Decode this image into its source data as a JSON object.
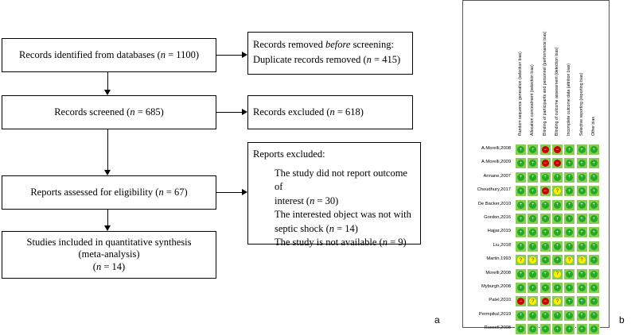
{
  "flow": {
    "identified_prefix": "Records identified from databases (",
    "n_italic": "n",
    "identified_suffix": " = 1100)",
    "removed_line1_prefix": "Records removed ",
    "removed_line1_em": "before",
    "removed_line1_suffix": " screening:",
    "removed_line2_prefix": "Duplicate records removed (",
    "removed_line2_suffix": " = 415)",
    "screened_prefix": "Records screened (",
    "screened_suffix": " = 685)",
    "excluded_prefix": "Records excluded (",
    "excluded_suffix": " = 618)",
    "reports_excluded_title": "Reports excluded:",
    "reason1_line1": "The study did not report outcome of",
    "reason1_line2_prefix": "interest (",
    "reason1_line2_suffix": " = 30)",
    "reason2_line1": "The interested object was not  with",
    "reason2_line2_prefix": "septic shock (",
    "reason2_line2_suffix": " = 14)",
    "reason3_prefix": "The study is not available (",
    "reason3_suffix": " = 9)",
    "eligibility_prefix": "Reports assessed for eligibility (",
    "eligibility_suffix": " = 67)",
    "included_line1": "Studies included in quantitative synthesis",
    "included_line2": "(meta-analysis)",
    "included_line3_prefix": "(",
    "included_line3_suffix": " = 14)"
  },
  "panel_labels": {
    "a": "a",
    "b": "b"
  },
  "risk_of_bias": {
    "domains": [
      "Random sequence generation (selection bias)",
      "Allocation concealment (selection bias)",
      "Blinding of participants and personnel (performance bias)",
      "Blinding of outcome assessment (detection bias)",
      "Incomplete outcome data (attrition bias)",
      "Selective reporting (reporting bias)",
      "Other bias"
    ],
    "studies": [
      {
        "name": "A.Morelli,2008",
        "ratings": [
          "low",
          "low",
          "high",
          "high",
          "low",
          "low",
          "low"
        ]
      },
      {
        "name": "A.Morelli,2009",
        "ratings": [
          "low",
          "low",
          "high",
          "high",
          "low",
          "low",
          "low"
        ]
      },
      {
        "name": "Annane,2007",
        "ratings": [
          "low",
          "low",
          "low",
          "low",
          "low",
          "low",
          "low"
        ]
      },
      {
        "name": "Choudhury,2017",
        "ratings": [
          "low",
          "low",
          "high",
          "unclear",
          "low",
          "low",
          "low"
        ]
      },
      {
        "name": "De Backer,2010",
        "ratings": [
          "low",
          "low",
          "low",
          "low",
          "low",
          "low",
          "low"
        ]
      },
      {
        "name": "Gordon,2016",
        "ratings": [
          "low",
          "low",
          "low",
          "low",
          "low",
          "low",
          "low"
        ]
      },
      {
        "name": "Hajjar,2019",
        "ratings": [
          "low",
          "low",
          "low",
          "low",
          "low",
          "low",
          "low"
        ]
      },
      {
        "name": "Liu,2018",
        "ratings": [
          "low",
          "low",
          "low",
          "low",
          "low",
          "low",
          "low"
        ]
      },
      {
        "name": "Martin,1993",
        "ratings": [
          "unclear",
          "unclear",
          "low",
          "low",
          "unclear",
          "unclear",
          "low"
        ]
      },
      {
        "name": "Morelli,2008",
        "ratings": [
          "low",
          "low",
          "low",
          "unclear",
          "low",
          "low",
          "low"
        ]
      },
      {
        "name": "Myburgh,2008",
        "ratings": [
          "low",
          "low",
          "low",
          "low",
          "low",
          "low",
          "low"
        ]
      },
      {
        "name": "Patel,2010",
        "ratings": [
          "high",
          "unclear",
          "high",
          "unclear",
          "low",
          "low",
          "low"
        ]
      },
      {
        "name": "Permpikul,2019",
        "ratings": [
          "low",
          "low",
          "low",
          "low",
          "low",
          "low",
          "low"
        ]
      },
      {
        "name": "Russell,2008",
        "ratings": [
          "low",
          "low",
          "low",
          "low",
          "low",
          "low",
          "low"
        ]
      }
    ],
    "rating_symbols": {
      "low": "+",
      "unclear": "?",
      "high": "−"
    },
    "colors": {
      "cell_bg": "#88cc55",
      "low": "#22aa22",
      "unclear": "#ffee00",
      "high": "#cc0000"
    }
  }
}
